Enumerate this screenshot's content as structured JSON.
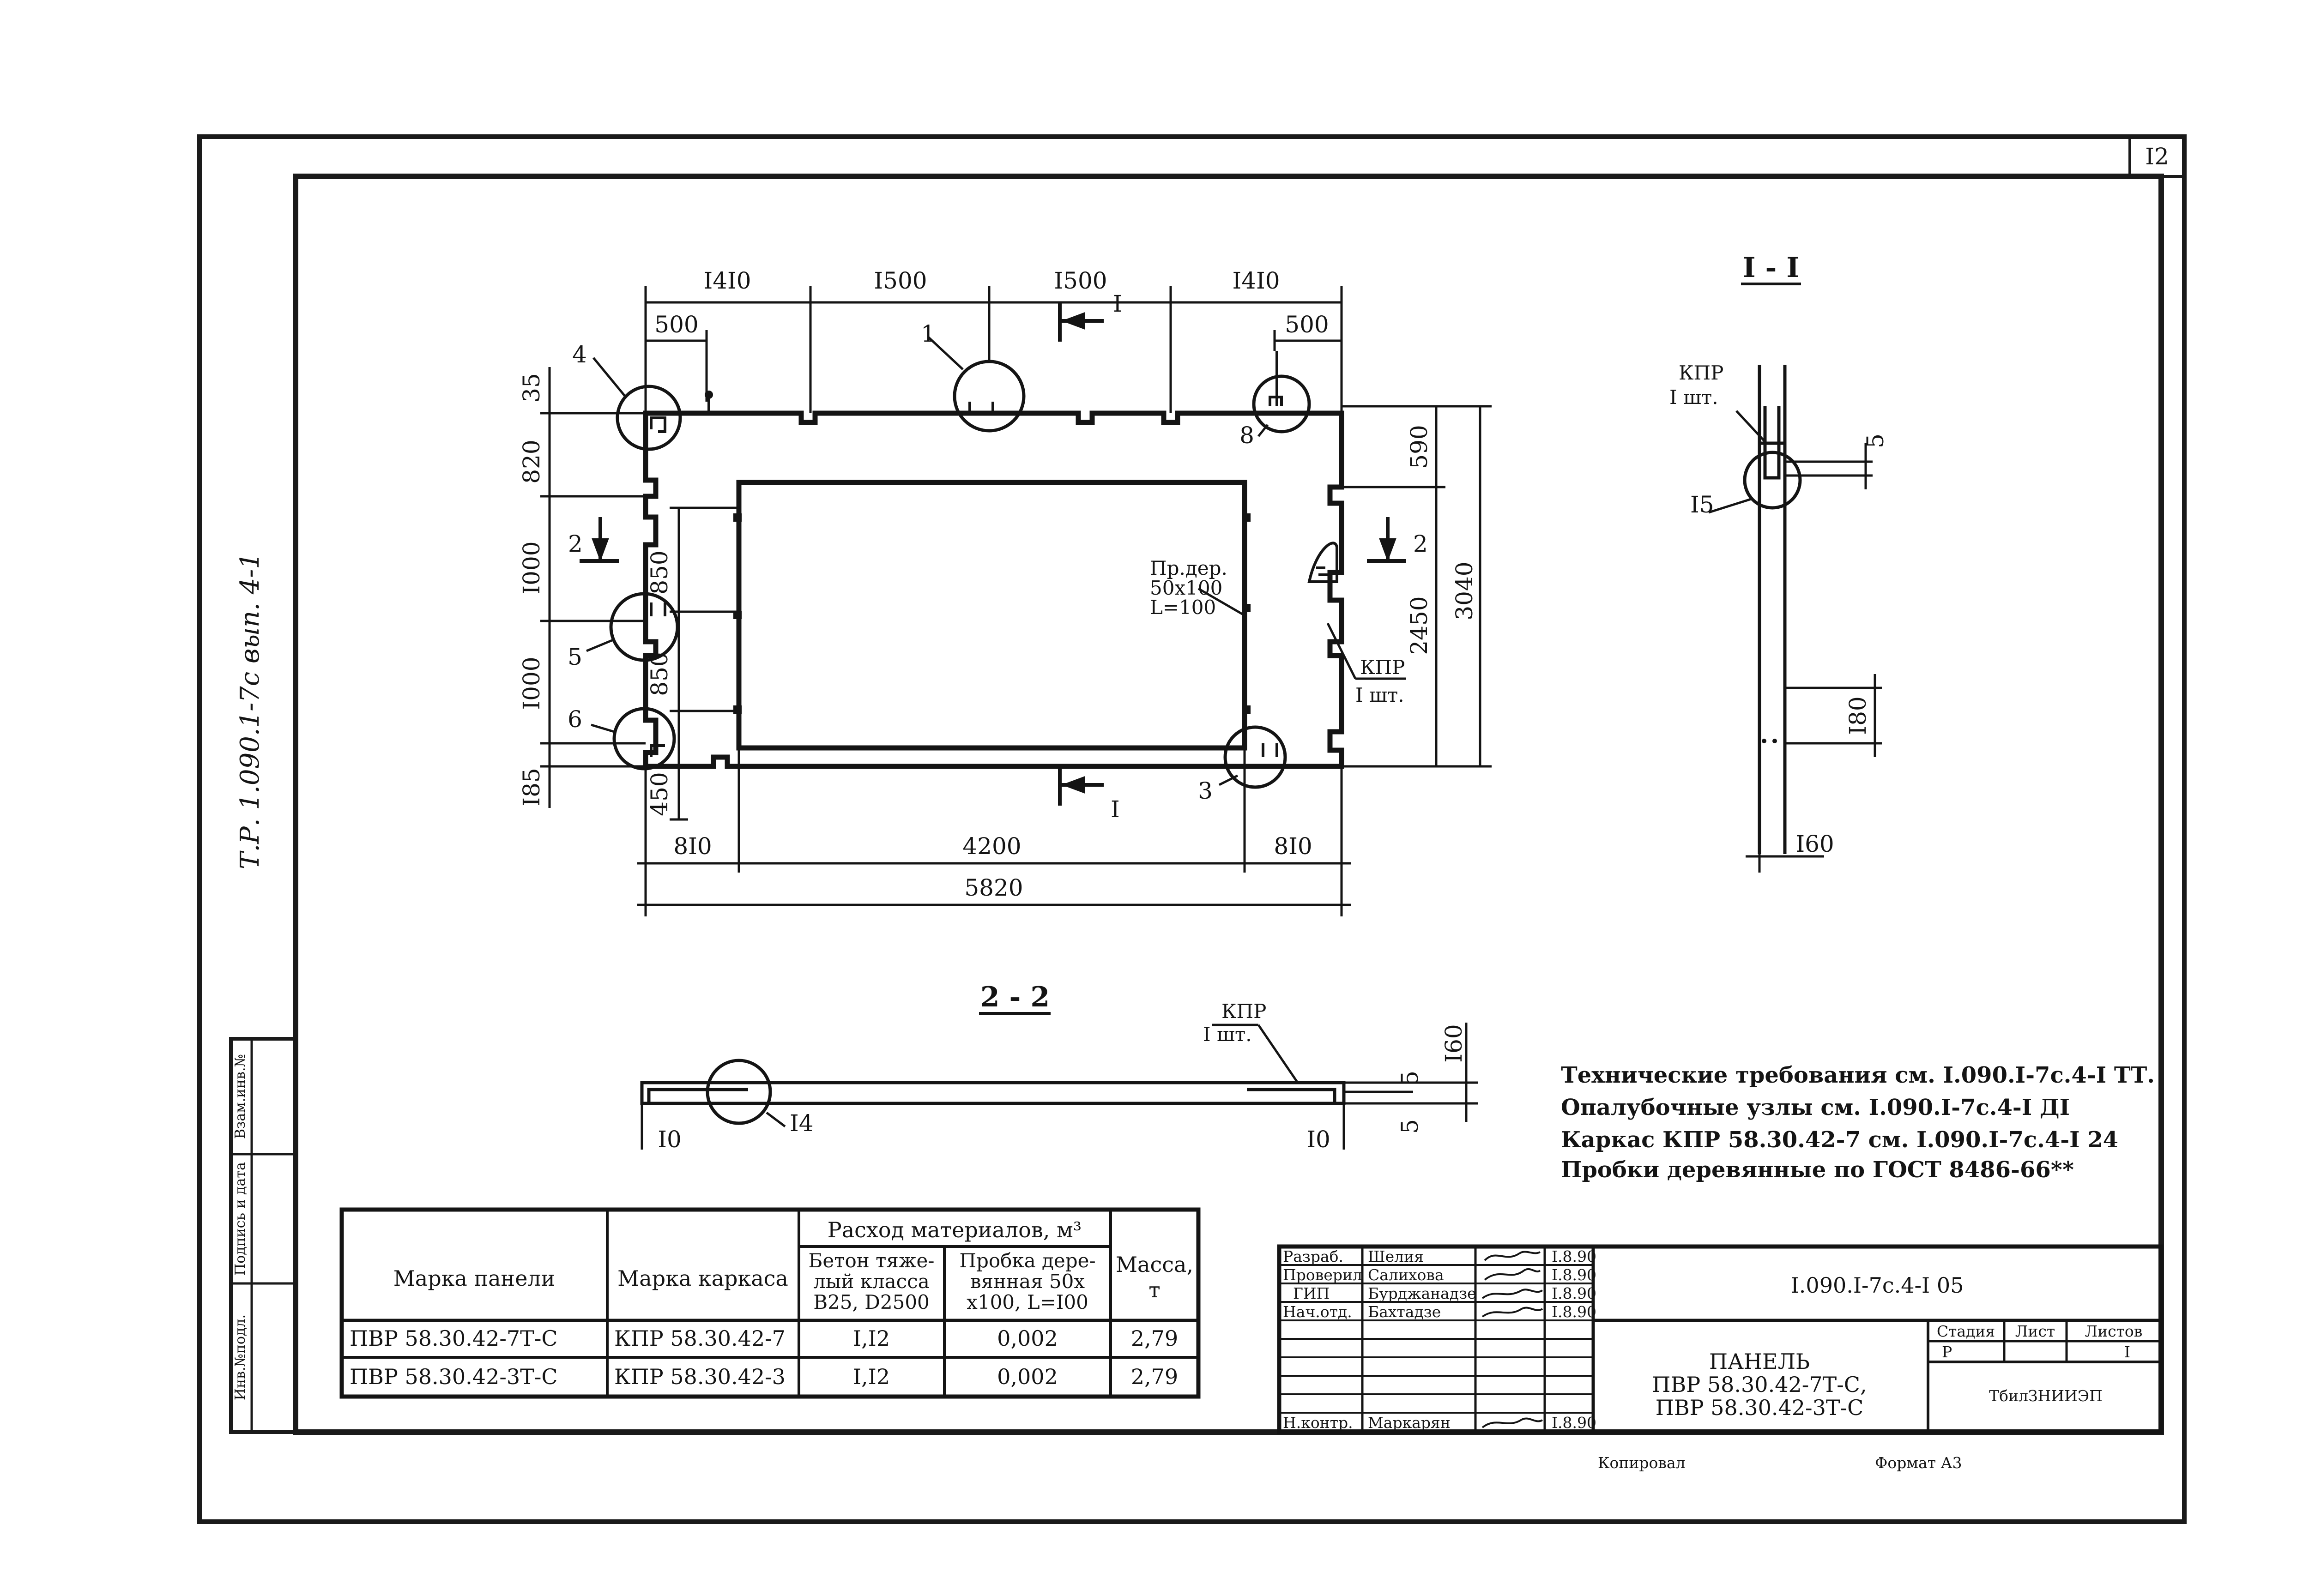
{
  "sheet": {
    "sheet_number": "I2",
    "margin_annotation": "Т.Р. 1.090.1-7с вып. 4-1",
    "side_stamp": [
      "Инв.№подл.",
      "Подпись и дата",
      "Взам.инв.№"
    ]
  },
  "plan": {
    "top_dims": [
      "I4I0",
      "I500",
      "I500",
      "I4I0"
    ],
    "small_dims": [
      "500",
      "500"
    ],
    "left_dims": [
      "35",
      "820",
      "I000",
      "I000",
      "I85"
    ],
    "inner_left_dims": [
      "850",
      "850",
      "450"
    ],
    "right_dims": [
      "590",
      "2450",
      "3040"
    ],
    "bottom_dims": [
      "8I0",
      "4200",
      "8I0"
    ],
    "overall_dim": "5820",
    "callouts": [
      "1",
      "3",
      "4",
      "5",
      "6",
      "8"
    ],
    "section_marks": [
      "I",
      "I",
      "2",
      "2"
    ],
    "plug_label": [
      "Пр.дер.",
      "50х100",
      "L=100"
    ],
    "frame_label": [
      "КПР",
      "I шт."
    ]
  },
  "section_1": {
    "title": "I - I",
    "frame_label": [
      "КПР",
      "I шт."
    ],
    "dims": [
      "5",
      "I80",
      "I60"
    ],
    "callout": "I5"
  },
  "section_2": {
    "title": "2 - 2",
    "frame_label": [
      "КПР",
      "I шт."
    ],
    "dims": [
      "5",
      "I60",
      "5",
      "I0",
      "I0"
    ],
    "callout": "I4"
  },
  "notes": [
    "Технические требования см. I.090.I-7с.4-I ТТ.",
    "Опалубочные узлы см. I.090.I-7с.4-I ДI",
    "Каркас  КПР 58.30.42-7 см. I.090.I-7с.4-I 24",
    "Пробки деревянные по ГОСТ 8486-66**"
  ],
  "materials_table": {
    "headers": {
      "panel": "Марка панели",
      "frame": "Марка каркаса",
      "consumption": "Расход материалов, м³",
      "concrete": [
        "Бетон тяже-",
        "лый класса",
        "В25, D2500"
      ],
      "plug": [
        "Пробка дере-",
        "вянная  50х",
        "х100, L=I00"
      ],
      "mass": [
        "Масса,",
        "т"
      ]
    },
    "rows": [
      [
        "ПВР 58.30.42-7Т-С",
        "КПР 58.30.42-7",
        "I,I2",
        "0,002",
        "2,79"
      ],
      [
        "ПВР 58.30.42-3Т-С",
        "КПР 58.30.42-3",
        "I,I2",
        "0,002",
        "2,79"
      ]
    ]
  },
  "title_block": {
    "roles": [
      "Разраб.",
      "Проверил",
      "ГИП",
      "Нач.отд.",
      "Н.контр."
    ],
    "names": [
      "Шелия",
      "Салихова",
      "Бурджанадзе",
      "Бахтадзе",
      "Маркарян"
    ],
    "dates": [
      "I.8.90",
      "I.8.90",
      "I.8.90",
      "I.8.90",
      "I.8.90"
    ],
    "code": "I.090.I-7с.4-I 05",
    "stage_headers": [
      "Стадия",
      "Лист",
      "Листов"
    ],
    "stage": "Р",
    "sheets_total": "I",
    "drawing_title": [
      "ПАНЕЛЬ",
      "ПВР 58.30.42-7Т-С,",
      "ПВР 58.30.42-3Т-С"
    ],
    "organization": "ТбилЗНИИЭП",
    "copied": "Копировал",
    "format": "Формат А3"
  }
}
